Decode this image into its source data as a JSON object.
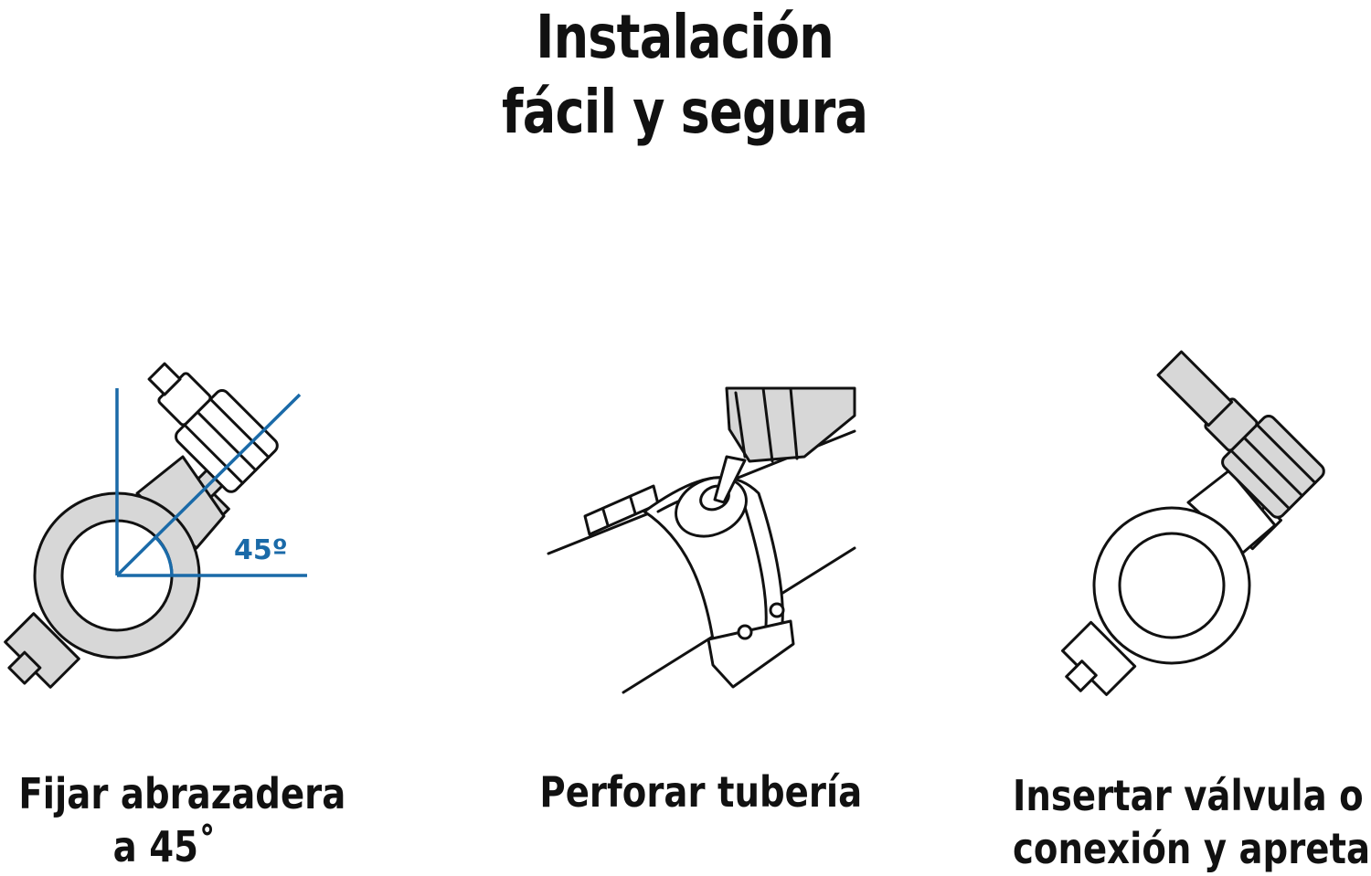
{
  "title": {
    "line1": "Instalación",
    "line2": "fácil y segura"
  },
  "steps": [
    {
      "caption_line1": "Fijar abrazadera",
      "caption_line2": "a 45˚",
      "angle_label": "45º",
      "illustration": "saddle-clamp-45-degree-icon"
    },
    {
      "caption_line1": "Perforar tubería",
      "illustration": "drill-pipe-icon"
    },
    {
      "caption_line1": "Insertar válvula o",
      "caption_line2": "conexión y apretar",
      "illustration": "insert-valve-icon"
    }
  ],
  "colors": {
    "text": "#111111",
    "accent_blue": "#1a6aa8",
    "part_gray": "#d7d7d7",
    "background": "#ffffff"
  }
}
